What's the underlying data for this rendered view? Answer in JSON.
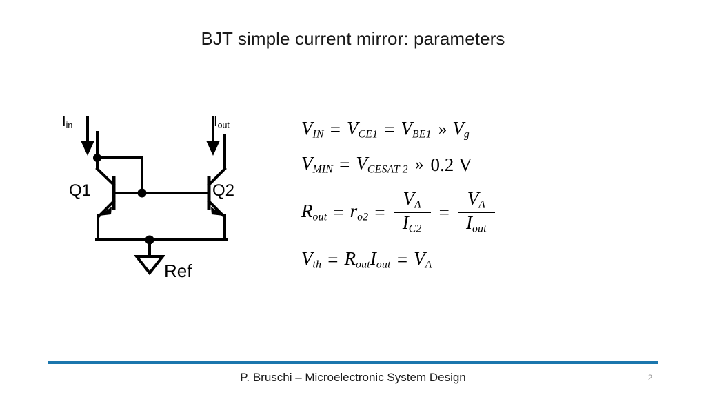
{
  "slide": {
    "title": "BJT simple current mirror: parameters",
    "accent_color": "#1b76ad",
    "background_color": "#ffffff",
    "text_color": "#1a1a1a"
  },
  "circuit": {
    "name": "bjt-simple-current-mirror",
    "labels": {
      "i_in_main": "I",
      "i_in_sub": "in",
      "i_out_main": "I",
      "i_out_sub": "out",
      "q1": "Q1",
      "q2": "Q2",
      "ref": "Ref"
    }
  },
  "equations": [
    {
      "id": "eq-vin",
      "parts": [
        {
          "kind": "var",
          "base": "V",
          "sub": "IN"
        },
        {
          "kind": "op",
          "text": "="
        },
        {
          "kind": "var",
          "base": "V",
          "sub": "CE1"
        },
        {
          "kind": "op",
          "text": "="
        },
        {
          "kind": "var",
          "base": "V",
          "sub": "BE1"
        },
        {
          "kind": "op",
          "text": "»"
        },
        {
          "kind": "var",
          "base": "V",
          "sub": "g"
        }
      ],
      "plain": "V_IN = V_CE1 = V_BE1 » V_g"
    },
    {
      "id": "eq-vmin",
      "parts": [
        {
          "kind": "var",
          "base": "V",
          "sub": "MIN"
        },
        {
          "kind": "op",
          "text": "="
        },
        {
          "kind": "var",
          "base": "V",
          "sub": "CESAT2"
        },
        {
          "kind": "op",
          "text": "»"
        },
        {
          "kind": "num",
          "text": "0.2"
        },
        {
          "kind": "unit",
          "text": "V"
        }
      ],
      "plain": "V_MIN = V_CESAT2 » 0.2 V"
    },
    {
      "id": "eq-rout",
      "parts": [
        {
          "kind": "var",
          "base": "R",
          "sub": "out"
        },
        {
          "kind": "op",
          "text": "="
        },
        {
          "kind": "var",
          "base": "r",
          "sub": "o2"
        },
        {
          "kind": "op",
          "text": "="
        },
        {
          "kind": "frac",
          "numer_base": "V",
          "numer_sub": "A",
          "denom_base": "I",
          "denom_sub": "C2"
        },
        {
          "kind": "op",
          "text": "="
        },
        {
          "kind": "frac",
          "numer_base": "V",
          "numer_sub": "A",
          "denom_base": "I",
          "denom_sub": "out"
        }
      ],
      "plain": "R_out = r_o2 = V_A / I_C2 = V_A / I_out"
    },
    {
      "id": "eq-vth",
      "parts": [
        {
          "kind": "var",
          "base": "V",
          "sub": "th"
        },
        {
          "kind": "op",
          "text": "="
        },
        {
          "kind": "var",
          "base": "R",
          "sub": "out"
        },
        {
          "kind": "var",
          "base": "I",
          "sub": "out"
        },
        {
          "kind": "op",
          "text": "="
        },
        {
          "kind": "var",
          "base": "V",
          "sub": "A"
        }
      ],
      "plain": "V_th = R_out I_out = V_A"
    }
  ],
  "eq_text": {
    "v": "V",
    "r": "R",
    "i": "I",
    "r_small": "r",
    "eq": "=",
    "gg": "»",
    "sub_in": "IN",
    "sub_ce1": "CE1",
    "sub_be1": "BE1",
    "sub_g": "g",
    "sub_min": "MIN",
    "sub_cesat2": "CESAT 2",
    "val_02": "0.2",
    "unit_v": "V",
    "sub_out": "out",
    "sub_o2": "o2",
    "sub_a": "A",
    "sub_c2": "C2",
    "sub_th": "th"
  },
  "footer": {
    "text": "P. Bruschi – Microelectronic System Design",
    "page_number": "2"
  }
}
